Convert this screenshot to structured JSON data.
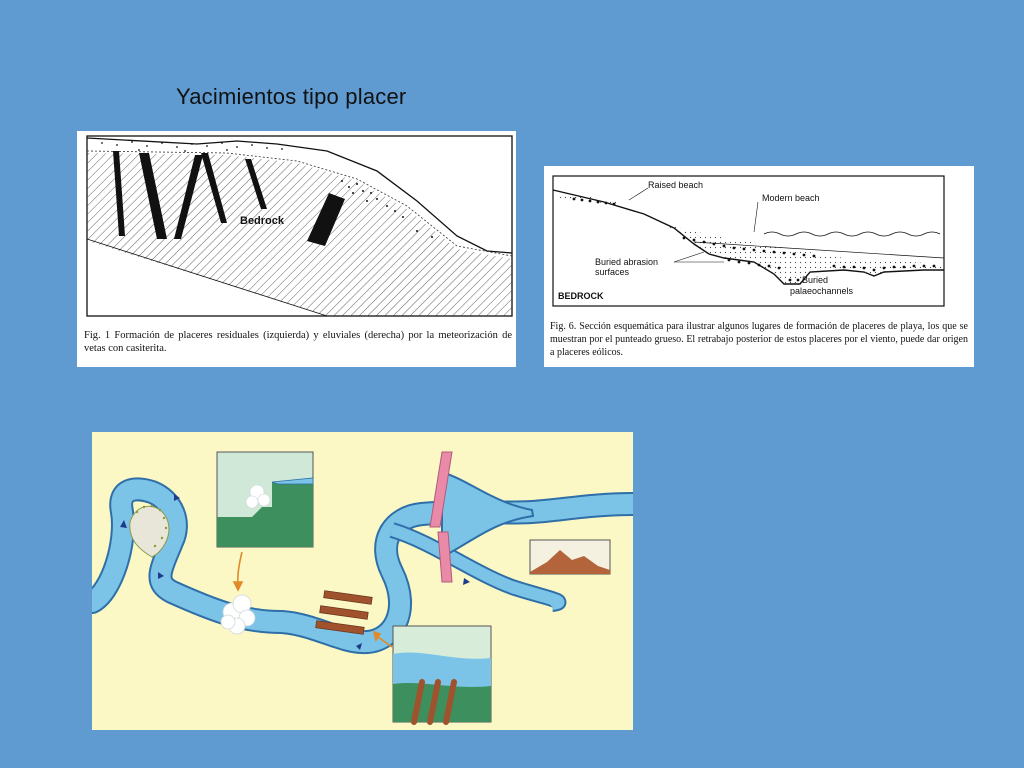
{
  "slide": {
    "title": "Yacimientos tipo placer"
  },
  "figure1": {
    "label_bedrock": "Bedrock",
    "caption": "Fig. 1 Formación de placeres residuales (izquierda) y eluviales (derecha) por la meteorización de vetas con casiterita."
  },
  "figure6": {
    "label_raised_beach": "Raised beach",
    "label_modern_beach": "Modern beach",
    "label_buried_abrasion_1": "Buried abrasion",
    "label_buried_abrasion_2": "surfaces",
    "label_buried_1": "Buried",
    "label_buried_2": "palaeochannels",
    "label_bedrock": "BEDROCK",
    "caption": "Fig. 6. Sección esquemática para ilustrar algunos lugares de formación de placeres de playa, los que se muestran por el punteado grueso. El retrabajo posterior de estos placeres por el viento, puede dar origen a placeres eólicos."
  },
  "colors": {
    "background": "#5f9bd1",
    "river": "#7cc3e8",
    "river_edge": "#2f6fa8",
    "ground": "#3e8f5e",
    "cream": "#fbf8c6",
    "rock_bar": "#a0522d",
    "dike": "#e88aa8",
    "arrow": "#e08a2a"
  }
}
